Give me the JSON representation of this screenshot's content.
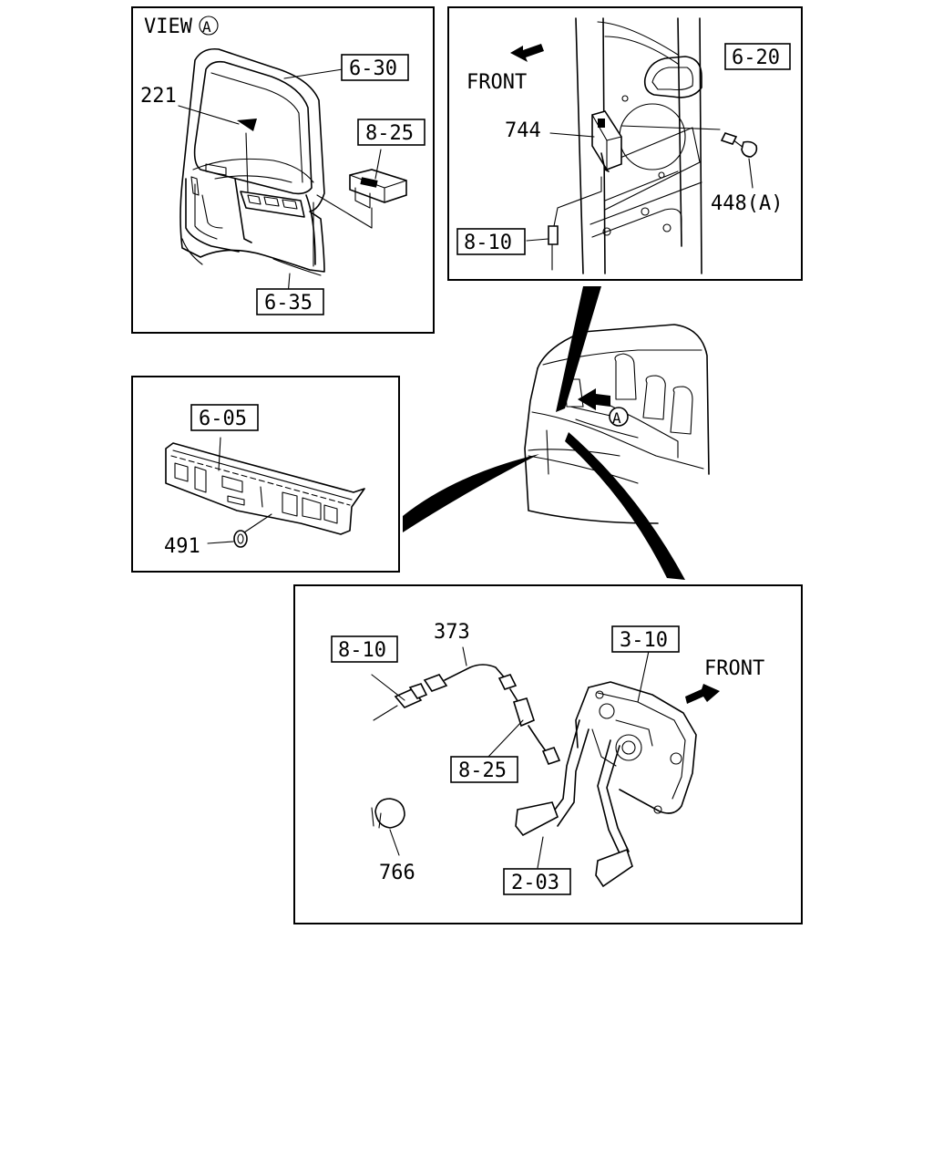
{
  "view_a_panel": {
    "view_label": "VIEW",
    "view_marker": "A",
    "ref_6_30": "6-30",
    "ref_8_25": "8-25",
    "ref_6_35": "6-35",
    "part_221": "221"
  },
  "switch_panel": {
    "front_label": "FRONT",
    "ref_6_20": "6-20",
    "ref_8_10": "8-10",
    "part_744": "744",
    "part_448a": "448(A)"
  },
  "dash_panel": {
    "ref_6_05": "6-05",
    "part_491": "491"
  },
  "cab_view": {
    "view_marker": "A"
  },
  "pedal_panel": {
    "front_label": "FRONT",
    "ref_8_10": "8-10",
    "ref_3_10": "3-10",
    "ref_8_25": "8-25",
    "ref_2_03": "2-03",
    "part_373": "373",
    "part_766": "766"
  }
}
